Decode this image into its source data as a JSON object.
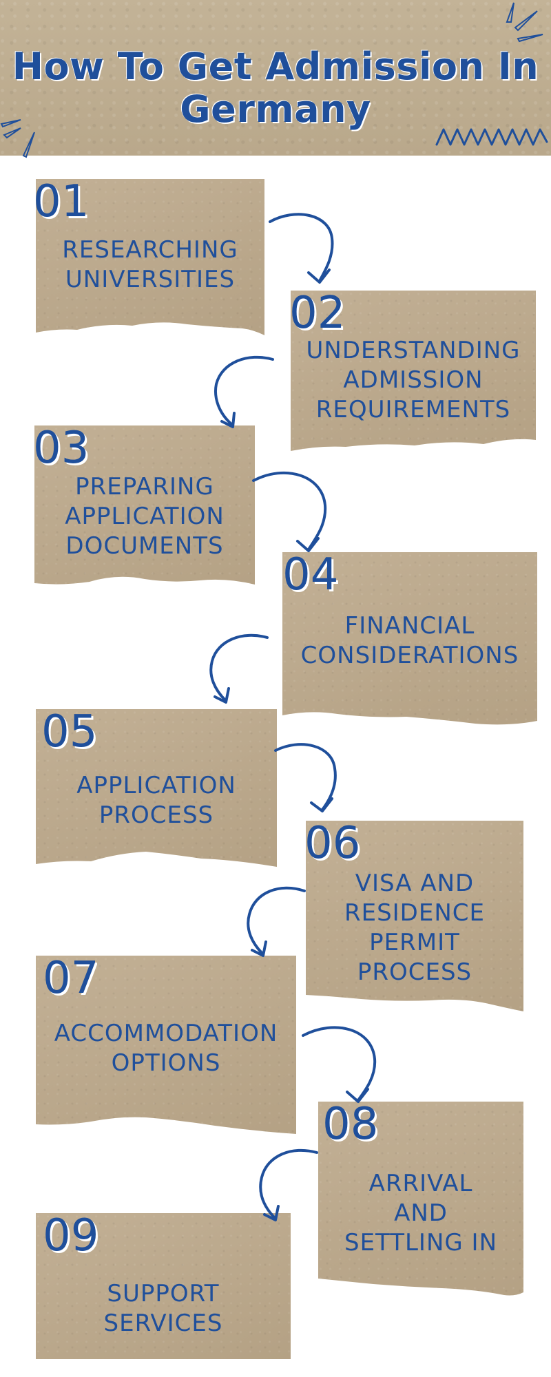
{
  "header": {
    "title_line1": "How To Get Admission In",
    "title_line2": "Germany"
  },
  "colors": {
    "accent": "#1f4f9b",
    "paper": "#bfae92",
    "background": "#ffffff"
  },
  "steps": [
    {
      "number": "01",
      "lines": [
        "RESEARCHING",
        "UNIVERSITIES"
      ]
    },
    {
      "number": "02",
      "lines": [
        "UNDERSTANDING",
        "ADMISSION",
        "REQUIREMENTS"
      ]
    },
    {
      "number": "03",
      "lines": [
        "PREPARING",
        "APPLICATION",
        "DOCUMENTS"
      ]
    },
    {
      "number": "04",
      "lines": [
        "FINANCIAL",
        "CONSIDERATIONS"
      ]
    },
    {
      "number": "05",
      "lines": [
        "APPLICATION",
        "PROCESS"
      ]
    },
    {
      "number": "06",
      "lines": [
        "VISA AND",
        "RESIDENCE",
        "PERMIT",
        "PROCESS"
      ]
    },
    {
      "number": "07",
      "lines": [
        "ACCOMMODATION",
        "OPTIONS"
      ]
    },
    {
      "number": "08",
      "lines": [
        "ARRIVAL",
        "AND",
        "SETTLING IN"
      ]
    },
    {
      "number": "09",
      "lines": [
        "SUPPORT",
        "SERVICES"
      ]
    }
  ],
  "icons": {
    "arrow": "curved-arrow-icon",
    "decoration": "decorative-strokes-icon",
    "zigzag": "zigzag-icon"
  }
}
